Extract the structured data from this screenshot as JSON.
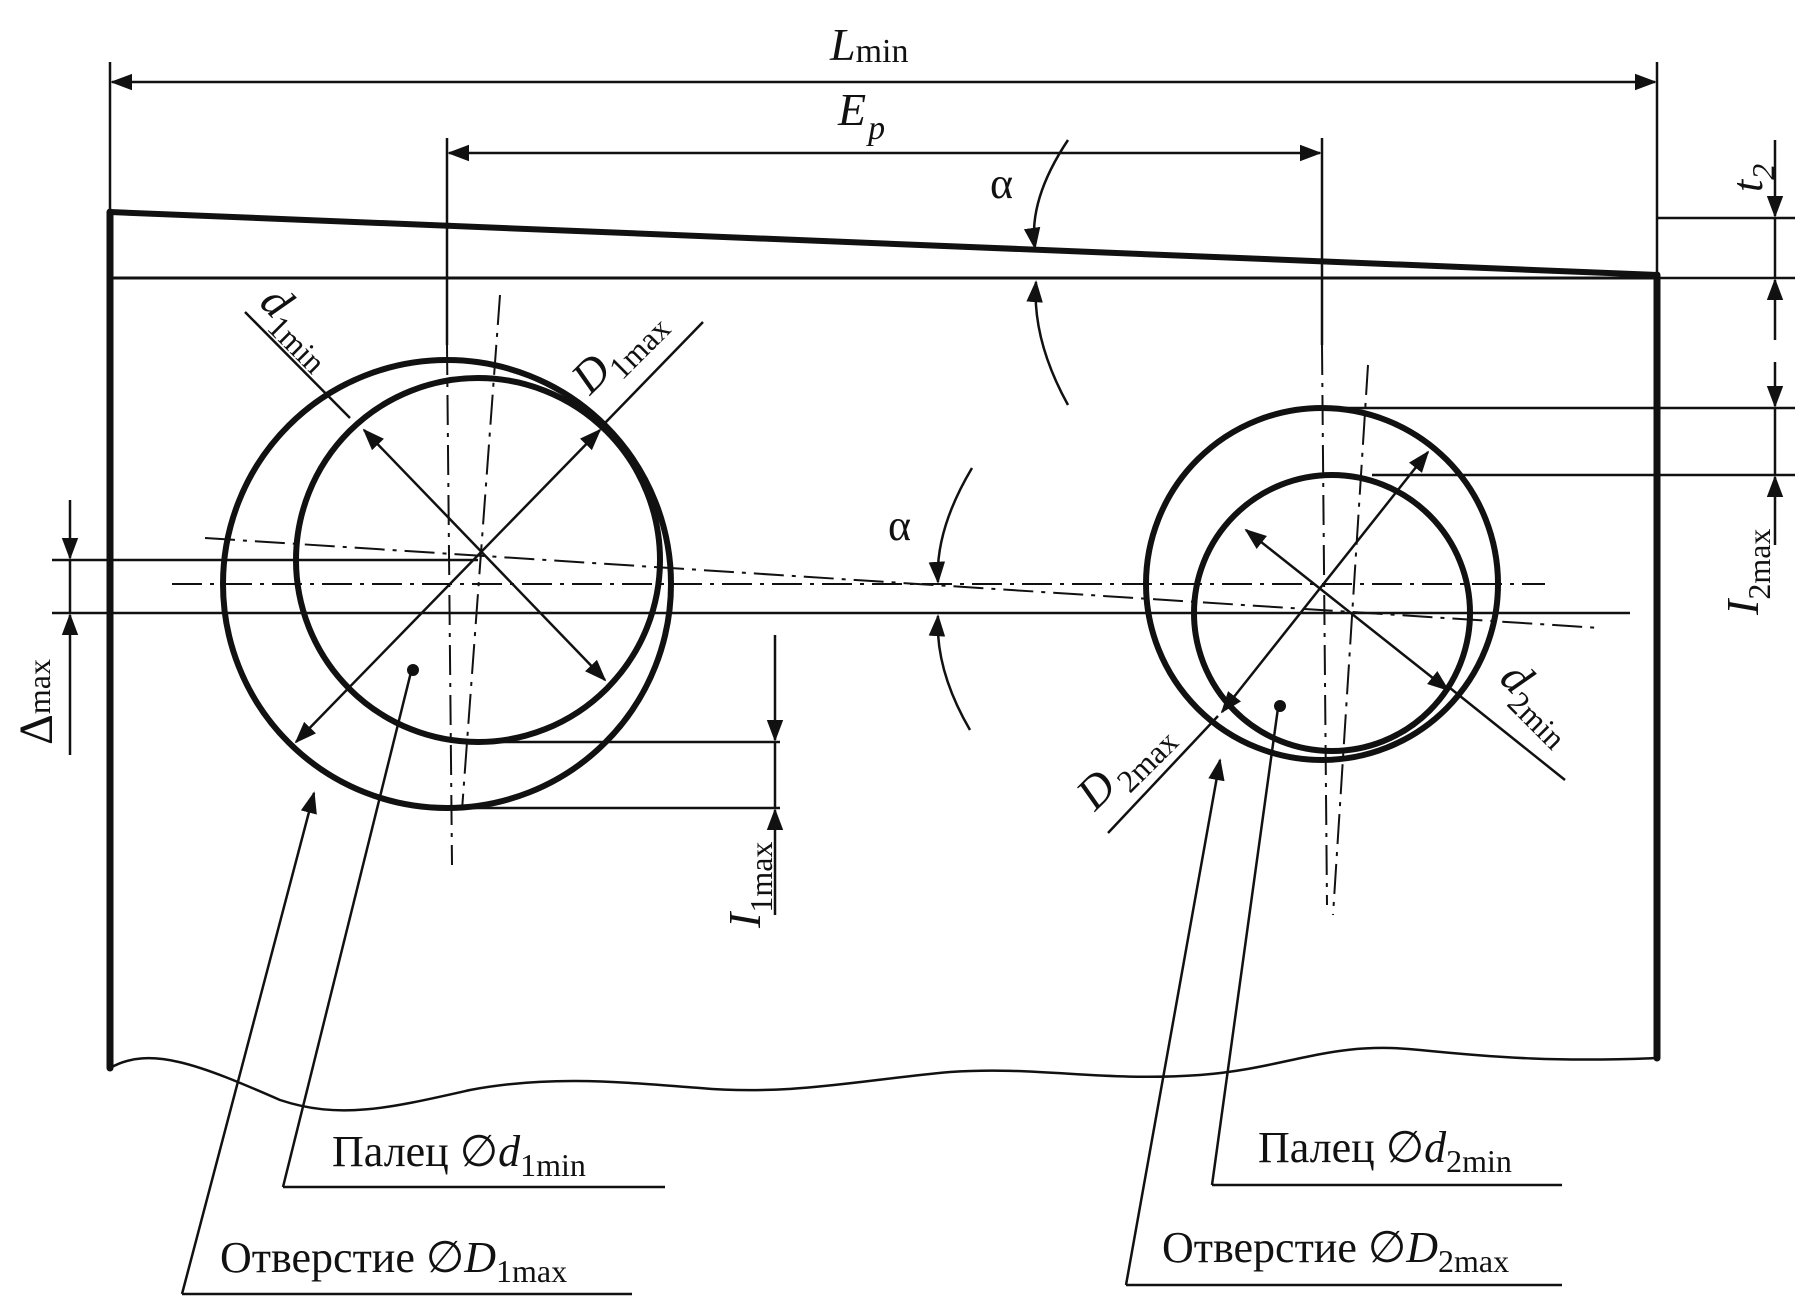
{
  "dimensions": {
    "L_min": {
      "main": "L",
      "sub": "min"
    },
    "E_p": {
      "main": "E",
      "sub": "p"
    },
    "t_2": {
      "main": "t",
      "sub": "2"
    },
    "alpha_top": "α",
    "alpha_mid": "α",
    "delta_max": {
      "main": "Δ",
      "sub": "max"
    },
    "d_1min": {
      "main": "d",
      "sub": "1min"
    },
    "D_1max": {
      "main": "D",
      "sub": "1max"
    },
    "I_1max": {
      "main": "I",
      "sub": "1max"
    },
    "I_2max": {
      "main": "I",
      "sub": "2max"
    },
    "D_2max": {
      "main": "D",
      "sub": "2max"
    },
    "d_2min": {
      "main": "d",
      "sub": "2min"
    }
  },
  "callouts": {
    "pin_1": {
      "text": "Палец ∅",
      "var": "d",
      "sub": "1min"
    },
    "hole_1": {
      "text": "Отверстие ∅",
      "var": "D",
      "sub": "1max"
    },
    "pin_2": {
      "text": "Палец ∅",
      "var": "d",
      "sub": "2min"
    },
    "hole_2": {
      "text": "Отверстие ∅",
      "var": "D",
      "sub": "2max"
    }
  }
}
